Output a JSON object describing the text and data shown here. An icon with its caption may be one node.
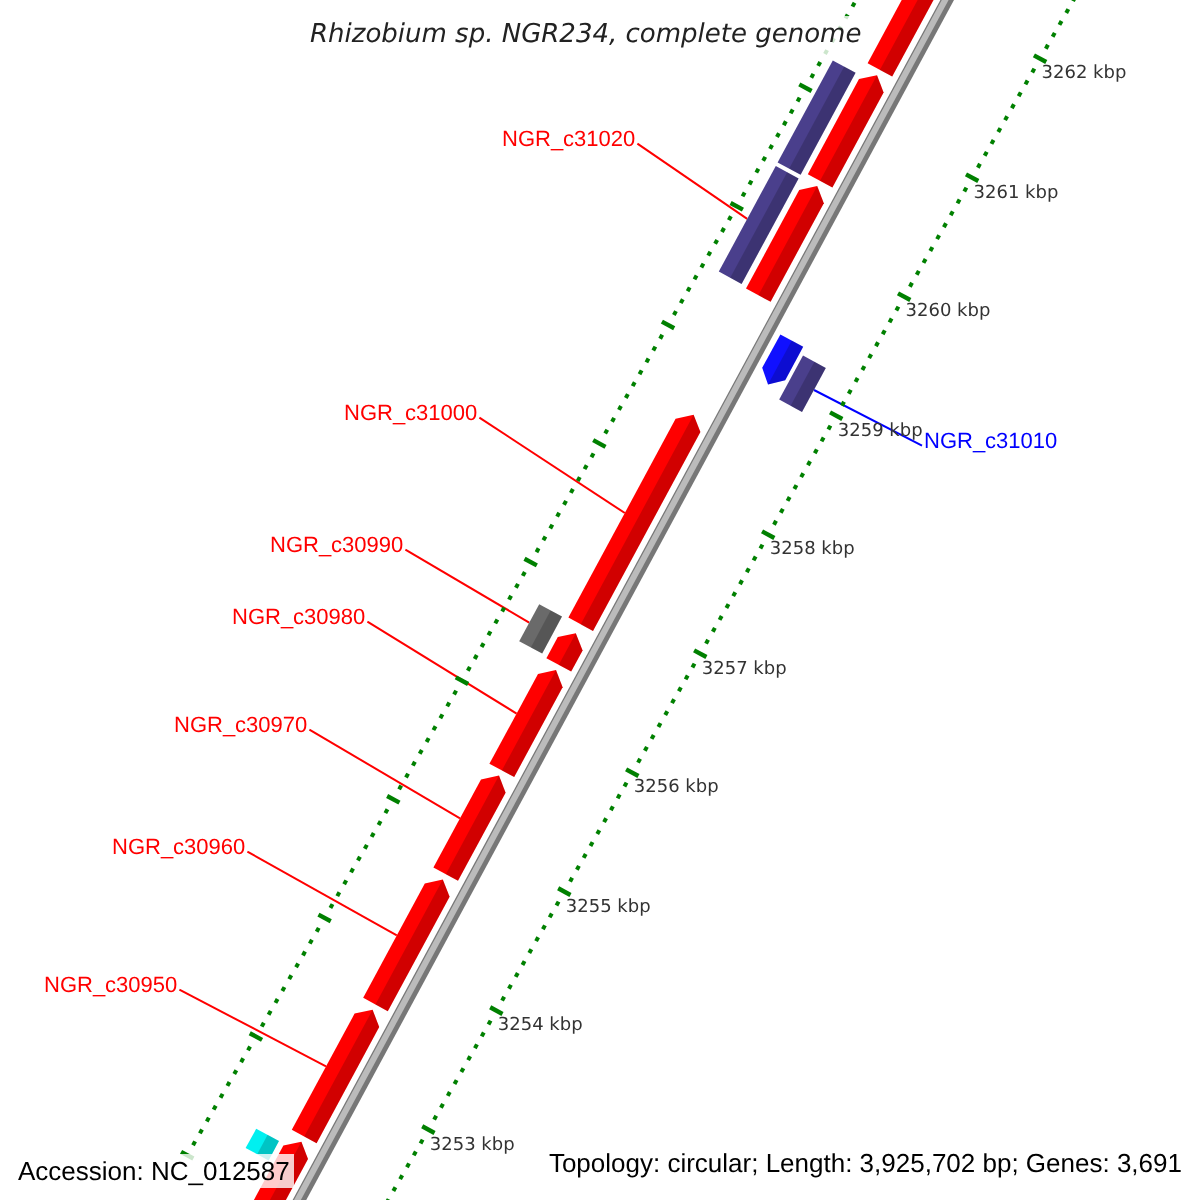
{
  "diagram": {
    "title": "Rhizobium sp. NGR234, complete genome",
    "nodes": [
      {
        "text": [
          "NGR_c31020"
        ]
      },
      {
        "text": [
          "NGR_c31010"
        ]
      },
      {
        "text": [
          "NGR_c31000"
        ]
      },
      {
        "text": [
          "NGR_c30990"
        ]
      },
      {
        "text": [
          "NGR_c30980"
        ]
      },
      {
        "text": [
          "NGR_c30970"
        ]
      },
      {
        "text": [
          "NGR_c30960"
        ]
      },
      {
        "text": [
          "NGR_c30950"
        ]
      },
      {
        "text": [],
        "shape": "bar"
      },
      {
        "text": [],
        "shape": "bar"
      },
      {
        "text": [],
        "shape": "pentagon"
      },
      {
        "text": [],
        "shape": "pentagon"
      },
      {
        "text": [],
        "shape": "pentagon"
      },
      {
        "text": [],
        "shape": "pentagon"
      },
      {
        "text": [],
        "shape": "bar"
      },
      {
        "text": [],
        "shape": "pentagon"
      },
      {
        "text": [],
        "shape": "box"
      },
      {
        "text": [],
        "shape": "pentagon"
      },
      {
        "text": [],
        "shape": "pentagon"
      },
      {
        "text": [],
        "shape": "pentagon"
      },
      {
        "text": [],
        "shape": "pentagon"
      },
      {
        "text": [],
        "shape": "pentagon"
      },
      {
        "text": [],
        "shape": "pentagon"
      },
      {
        "text": [],
        "shape": "bar"
      }
    ],
    "edges": [
      {
        "from": 0,
        "to": 9,
        "arrow": "none"
      },
      {
        "from": 1,
        "to": 14,
        "arrow": "none",
        "color": "#0000ff"
      },
      {
        "from": 2,
        "to": 15,
        "arrow": "none"
      },
      {
        "from": 3,
        "to": 16,
        "arrow": "none"
      },
      {
        "from": 4,
        "to": 18,
        "arrow": "none"
      },
      {
        "from": 5,
        "to": 19,
        "arrow": "none"
      },
      {
        "from": 6,
        "to": 20,
        "arrow": "none"
      },
      {
        "from": 7,
        "to": 21,
        "arrow": "none"
      }
    ],
    "labels": [
      "3262 kbp",
      "3261 kbp",
      "3260 kbp",
      "3259 kbp",
      "3258 kbp",
      "3257 kbp",
      "3256 kbp",
      "3255 kbp",
      "3254 kbp",
      "3253 kbp",
      "Accession: NC_012587",
      "Topology: circular; Length: 3,925,702 bp; Genes: 3,691"
    ]
  }
}
